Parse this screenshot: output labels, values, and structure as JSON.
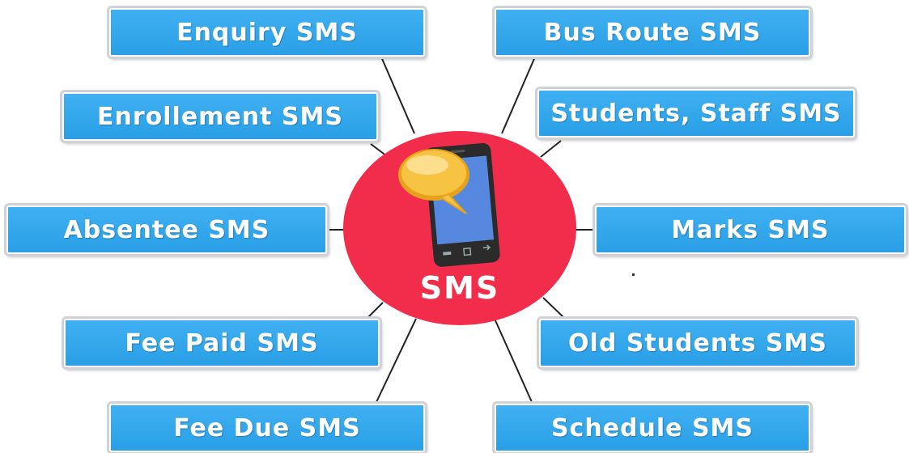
{
  "hub": {
    "label": "SMS",
    "color": "#f22d4b"
  },
  "nodes": [
    {
      "name": "enquiry-sms",
      "label": "Enquiry SMS"
    },
    {
      "name": "bus-route-sms",
      "label": "Bus Route SMS"
    },
    {
      "name": "enrollement-sms",
      "label": "Enrollement SMS"
    },
    {
      "name": "students-staff-sms",
      "label": "Students, Staff SMS"
    },
    {
      "name": "absentee-sms",
      "label": "Absentee SMS"
    },
    {
      "name": "marks-sms",
      "label": "Marks SMS"
    },
    {
      "name": "fee-paid-sms",
      "label": "Fee Paid SMS"
    },
    {
      "name": "old-students-sms",
      "label": "Old Students SMS"
    },
    {
      "name": "fee-due-sms",
      "label": "Fee Due SMS"
    },
    {
      "name": "schedule-sms",
      "label": "Schedule SMS"
    }
  ],
  "colors": {
    "node_fill": "#2aa5ee",
    "connector": "#222222",
    "hub": "#f22d4b"
  },
  "icons": {
    "hub_icon": "smartphone-chat-bubble-icon"
  }
}
